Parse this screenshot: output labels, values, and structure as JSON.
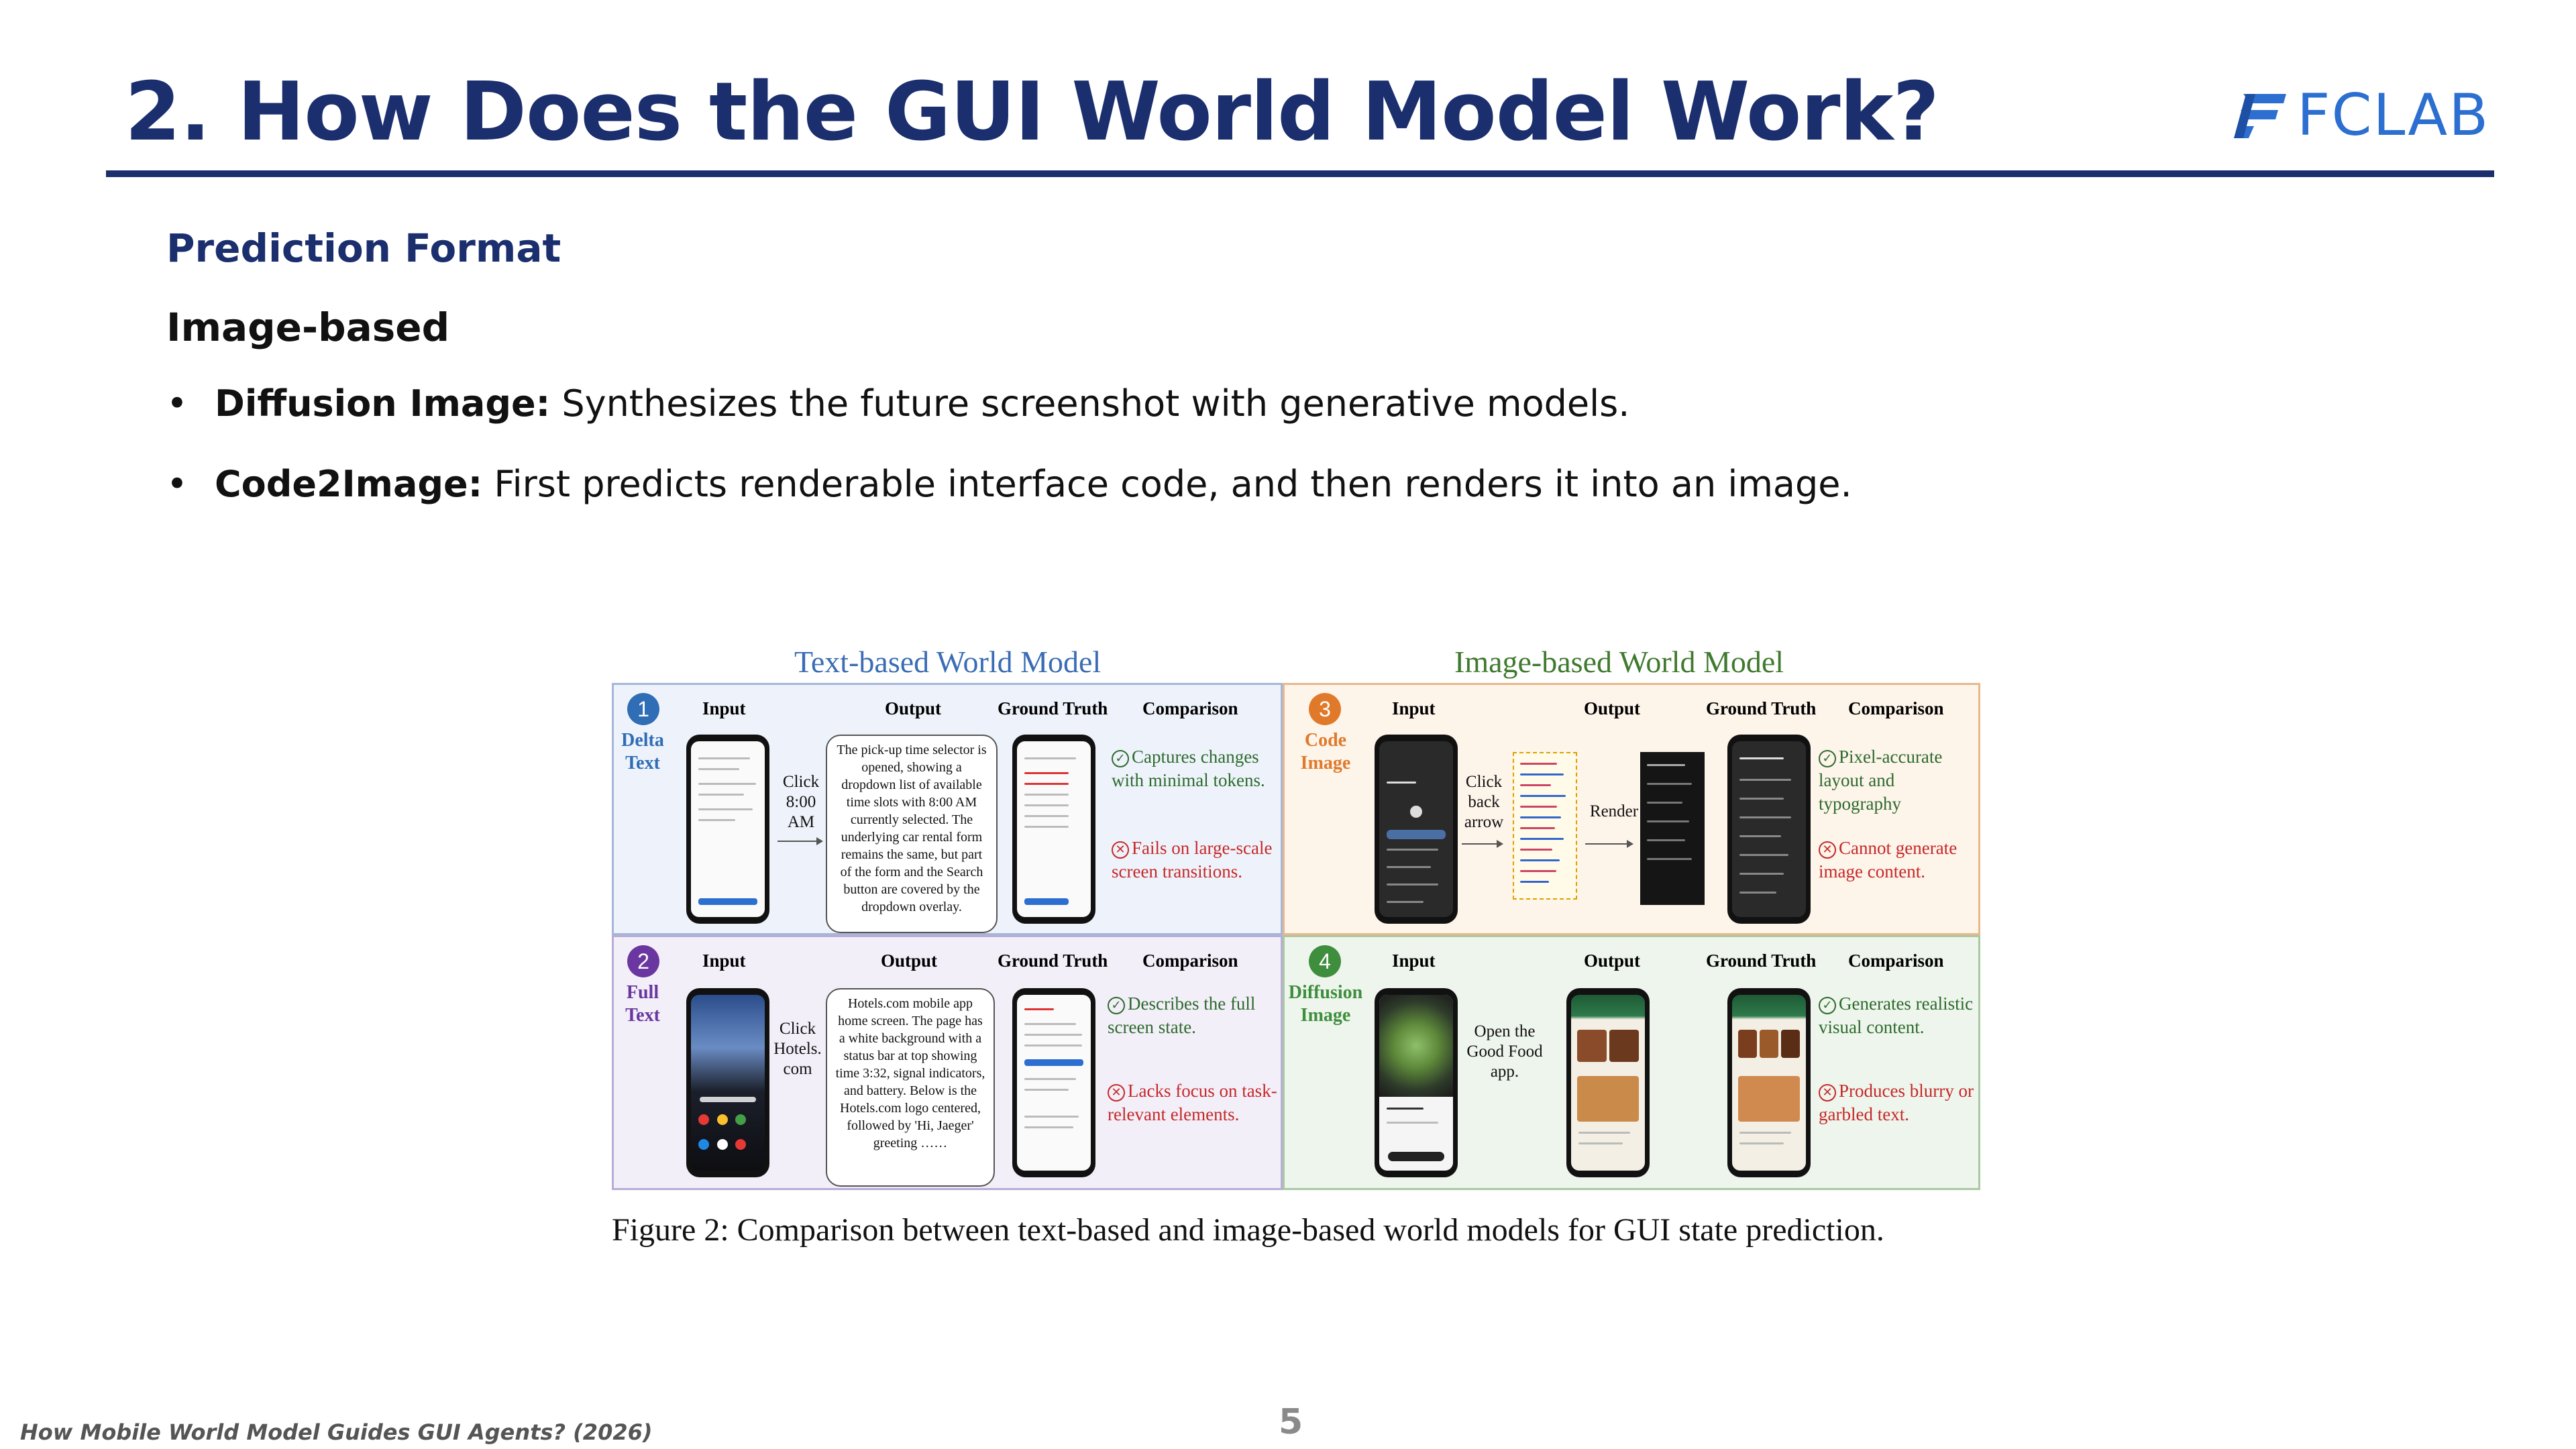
{
  "slide": {
    "title": "2. How Does the GUI World Model Work?",
    "logo_text": "FCLAB",
    "section": "Prediction Format",
    "subsection": "Image-based",
    "bullets": [
      {
        "term": "Diffusion Image:",
        "text": " Synthesizes the future screenshot with generative models."
      },
      {
        "term": "Code2Image:",
        "text": " First predicts renderable interface code, and then renders it into an image."
      }
    ],
    "footer": "How Mobile World Model Guides GUI Agents? (2026)",
    "page_number": "5"
  },
  "figure": {
    "left_title": "Text-based World Model",
    "right_title": "Image-based World Model",
    "headers": {
      "input": "Input",
      "output": "Output",
      "ground_truth": "Ground Truth",
      "comparison": "Comparison"
    },
    "rows": [
      {
        "num": "1",
        "label_1": "Delta",
        "label_2": "Text",
        "action": "Click 8:00 AM",
        "output_text": "The pick-up time selector is opened, showing a dropdown list of available time slots with 8:00 AM currently selected. The underlying car rental form remains the same, but part of the form and the Search button are covered by the dropdown overlay.",
        "pro": "Captures changes with minimal tokens.",
        "con": "Fails on large-scale screen transitions.",
        "color": "#2f6db5"
      },
      {
        "num": "2",
        "label_1": "Full",
        "label_2": "Text",
        "action": "Click Hotels. com",
        "output_text": "Hotels.com mobile app home screen. The page has a white background with a status bar at top showing time 3:32, signal indicators, and battery. Below is the Hotels.com logo centered, followed by 'Hi, Jaeger' greeting ……",
        "pro": "Describes the full screen state.",
        "con": "Lacks focus on task-relevant elements.",
        "color": "#6a36a0"
      },
      {
        "num": "3",
        "label_1": "Code",
        "label_2": "Image",
        "action": "Click back arrow",
        "render_label": "Render",
        "pro": "Pixel-accurate layout and typography",
        "con": "Cannot generate image content.",
        "color": "#e07a2a"
      },
      {
        "num": "4",
        "label_1": "Diffusion",
        "label_2": "Image",
        "action": "Open the Good Food app.",
        "pro": "Generates realistic visual content.",
        "con": "Produces blurry or garbled text.",
        "color": "#3e8e3e"
      }
    ],
    "caption": "Figure 2:  Comparison between text-based and image-based world models for GUI state prediction."
  }
}
